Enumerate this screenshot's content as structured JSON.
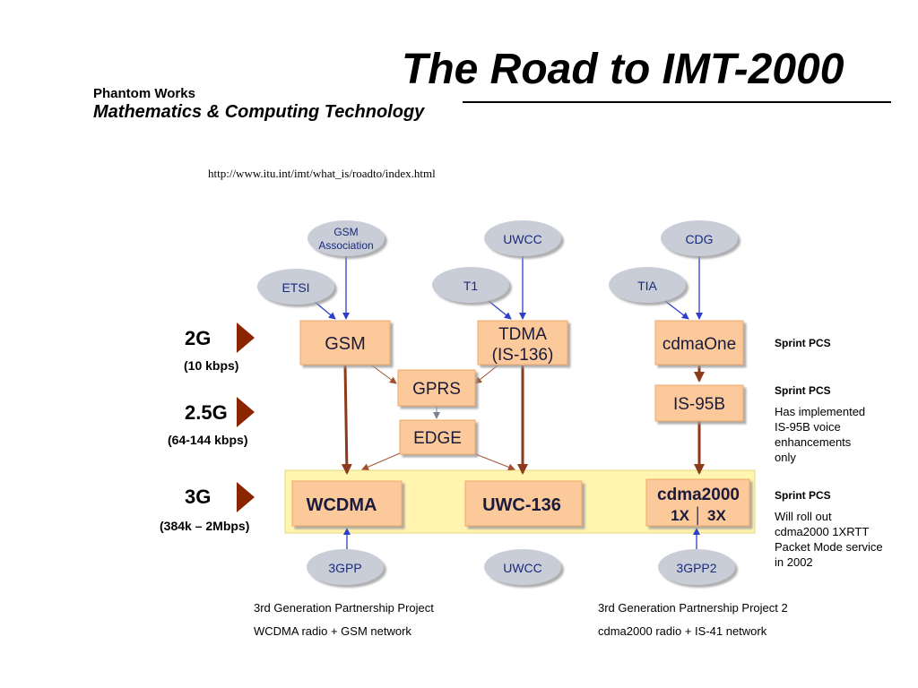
{
  "header": {
    "title": "The Road to IMT-2000",
    "org_line1": "Phantom Works",
    "org_line2": "Mathematics & Computing Technology",
    "url": "http://www.itu.int/imt/what_is/roadto/index.html"
  },
  "generations": [
    {
      "label": "2G",
      "rate": "(10 kbps)"
    },
    {
      "label": "2.5G",
      "rate": "(64-144 kbps)"
    },
    {
      "label": "3G",
      "rate": "(384k – 2Mbps)"
    }
  ],
  "organizations": {
    "gsm_association_1": "GSM",
    "gsm_association_2": "Association",
    "etsi": "ETSI",
    "uwcc_top": "UWCC",
    "t1": "T1",
    "cdg": "CDG",
    "tia": "TIA",
    "gpp3": "3GPP",
    "uwcc_bottom": "UWCC",
    "gpp3_2": "3GPP2"
  },
  "technologies": {
    "gsm": "GSM",
    "tdma_1": "TDMA",
    "tdma_2": "(IS-136)",
    "cdmaone": "cdmaOne",
    "gprs": "GPRS",
    "edge": "EDGE",
    "is95b": "IS-95B",
    "wcdma": "WCDMA",
    "uwc136": "UWC-136",
    "cdma2000_1": "cdma2000",
    "cdma2000_2": "1X │ 3X"
  },
  "notes": {
    "sprint1": "Sprint PCS",
    "sprint2": "Sprint PCS",
    "sprint2_detail": [
      "Has implemented",
      "IS-95B voice",
      "enhancements",
      "only"
    ],
    "sprint3": "Sprint PCS",
    "sprint3_detail": [
      "Will roll out",
      "cdma2000 1XRTT",
      "Packet Mode service",
      "in 2002"
    ]
  },
  "footer": {
    "left_line1": "3rd Generation Partnership Project",
    "left_line2": "WCDMA radio + GSM network",
    "right_line1": "3rd Generation Partnership Project 2",
    "right_line2": "cdma2000 radio + IS-41 network"
  },
  "colors": {
    "tech_box": "#fcc99a",
    "org_ellipse": "#c8cdd8",
    "gen_accent": "#8b2500",
    "highlight_band": "#fff4b0",
    "org_arrow": "#2b3fc8",
    "path_arrow": "#8b3a1a"
  }
}
